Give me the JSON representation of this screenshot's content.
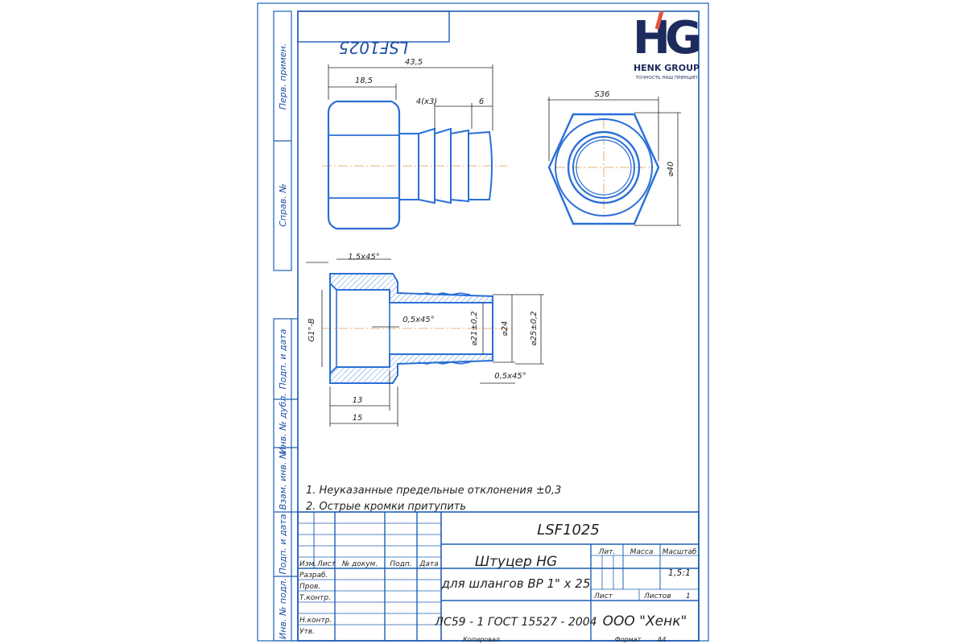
{
  "mirrored_code": "LSF1025",
  "logo": {
    "brand": "HENK GROUP",
    "tagline": "ТОЧНОСТЬ НАШ ПРИНЦИП",
    "mark": "HG"
  },
  "side_labels": [
    "Перв. примен.",
    "Справ. №",
    "Подп. и дата",
    "Инв. № дубл.",
    "Взам. инв. №",
    "Подп. и дата",
    "Инв. № подл."
  ],
  "dims": {
    "len_total": "43,5",
    "len_hex": "18,5",
    "len_ribs": "4(x3)",
    "len_tip": "6",
    "hex_size": "S36",
    "hex_diam": "⌀40",
    "chamfer_top": "1,5x45°",
    "chamfer_in": "0,5x45°",
    "chamfer_out": "0,5x45°",
    "thread": "G1\"-В",
    "d_inner": "⌀21±0,2",
    "d_mid": "⌀24",
    "d_outer": "⌀25±0,2",
    "len_thread": "13",
    "len_body": "15"
  },
  "notes": [
    "1. Неуказанные предельные отклонения ±0,3",
    "2. Острые кромки притупить"
  ],
  "title_block": {
    "code": "LSF1025",
    "name_line1": "Штуцер HG",
    "name_line2": "для шлангов ВР 1\" х 25",
    "material": "ЛС59 - 1 ГОСТ 15527 - 2004",
    "company": "ООО \"Хенк\"",
    "col_izm": "Изм.",
    "col_list": "Лист",
    "col_doc": "№ докум.",
    "col_podp": "Подп.",
    "col_date": "Дата",
    "rows": [
      "Разраб.",
      "Пров.",
      "Т.контр.",
      "",
      "Н.контр.",
      "Утв."
    ],
    "lit": "Лит.",
    "mass": "Масса",
    "scale_label": "Масштаб",
    "scale": "1,5:1",
    "sheet": "Лист",
    "sheets": "Листов",
    "sheets_value": "1",
    "copied": "Копировал",
    "format_label": "Формат",
    "format": "А4"
  }
}
